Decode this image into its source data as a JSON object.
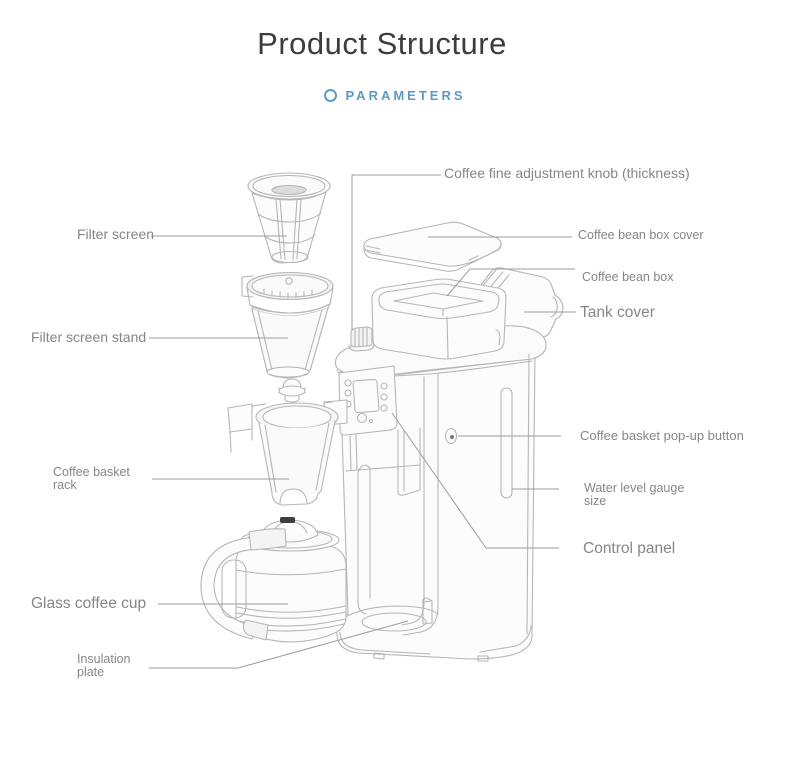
{
  "page": {
    "title": "Product Structure",
    "subtitle": "PARAMETERS",
    "subtitle_icon": "circle-outline-icon"
  },
  "colors": {
    "background": "#ffffff",
    "title_text": "#3d3d3d",
    "accent": "#5b9cc4",
    "label_text": "#868686",
    "line_art": "#b6b6b6",
    "callout_line": "#9c9c9c"
  },
  "diagram": {
    "labels": {
      "adjustment_knob": "Coffee fine adjustment knob (thickness)",
      "filter_screen": "Filter screen",
      "bean_box_cover": "Coffee bean box cover",
      "bean_box": "Coffee bean box",
      "tank_cover": "Tank cover",
      "filter_screen_stand": "Filter screen stand",
      "popup_button": "Coffee basket pop-up button",
      "water_gauge_line1": "Water level gauge",
      "water_gauge_line2": "size",
      "control_panel": "Control panel",
      "basket_rack_line1": "Coffee basket",
      "basket_rack_line2": "rack",
      "glass_cup": "Glass coffee cup",
      "insulation_line1": "Insulation",
      "insulation_line2": "plate"
    }
  }
}
